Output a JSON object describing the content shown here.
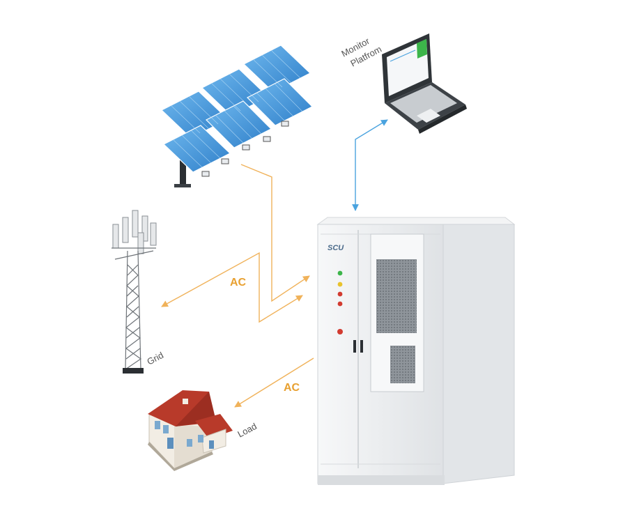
{
  "labels": {
    "monitor_line1": "Monitor",
    "monitor_line2": "Platfrom",
    "ac_upper": "AC",
    "ac_lower": "AC",
    "grid": "Grid",
    "load": "Load",
    "brand": "SCU"
  },
  "colors": {
    "ac_line": "#f0b25a",
    "ac_text": "#e8a030",
    "comm_line": "#4aa3df",
    "panel_blue": "#3b8fd6",
    "cabinet": "#eef0f2",
    "roof": "#b83a2a"
  },
  "icons": {
    "solar": "solar-panel-array-icon",
    "tower": "grid-tower-icon",
    "house": "house-icon",
    "laptop": "laptop-icon",
    "cabinet": "energy-storage-cabinet-icon"
  }
}
